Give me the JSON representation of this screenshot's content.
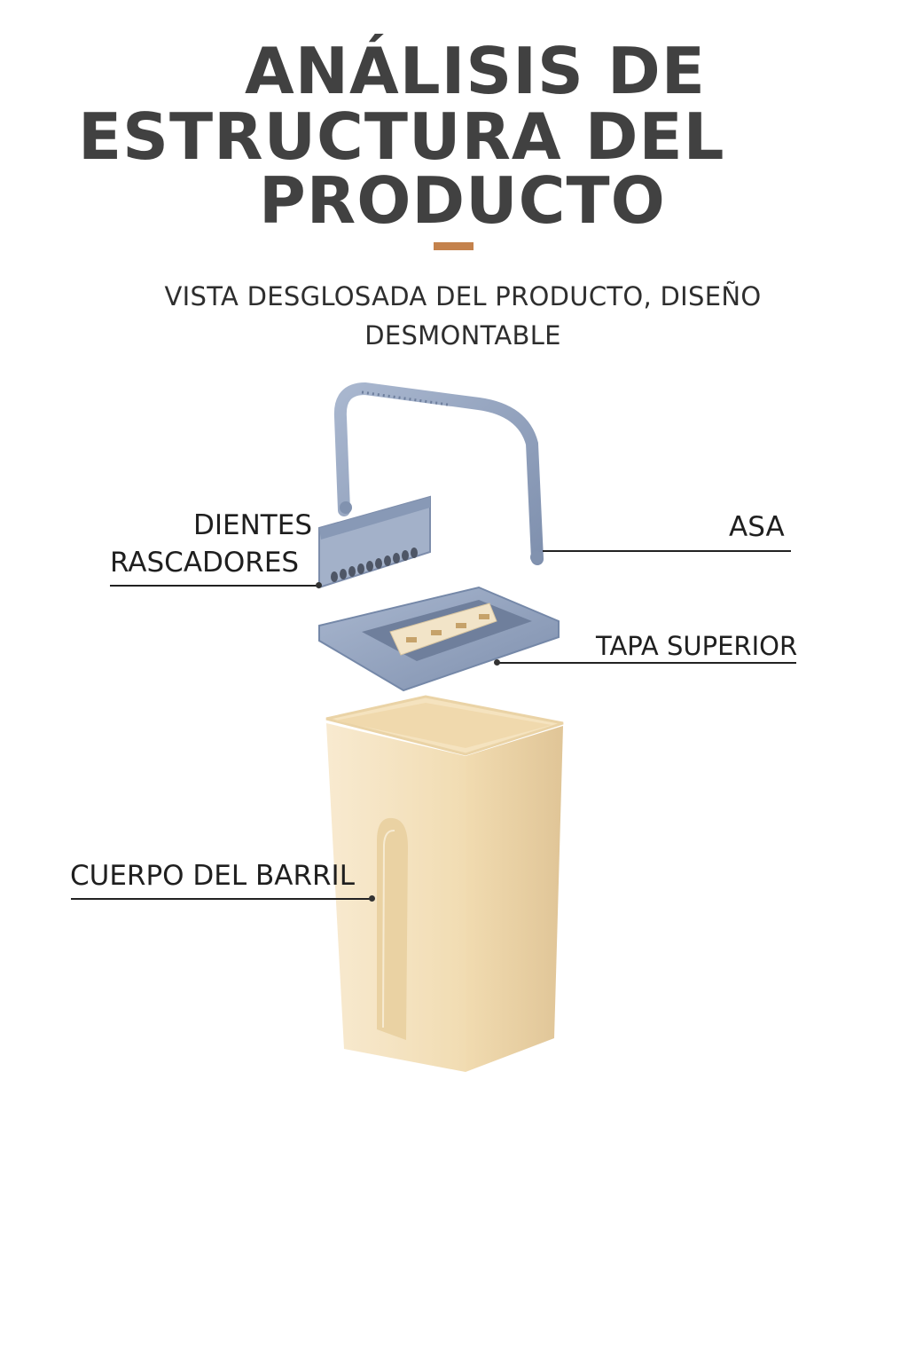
{
  "header": {
    "title_lines": [
      "ANÁLISIS DE",
      "ESTRUCTURA DEL",
      "PRODUCTO"
    ],
    "accent_color": "#c4824c",
    "subtitle_line1": "VISTA DESGLOSADA DEL PRODUCTO, DISEÑO",
    "subtitle_line2": "DESMONTABLE"
  },
  "diagram": {
    "labels": {
      "scraper_teeth_line1": "DIENTES",
      "scraper_teeth_line2": "RASCADORES",
      "handle": "ASA",
      "top_lid": "TAPA SUPERIOR",
      "barrel_body": "CUERPO DEL BARRIL"
    },
    "colors": {
      "plastic_blue": "#8fa0bd",
      "plastic_cream": "#f3e2bd",
      "line": "#222222"
    }
  }
}
